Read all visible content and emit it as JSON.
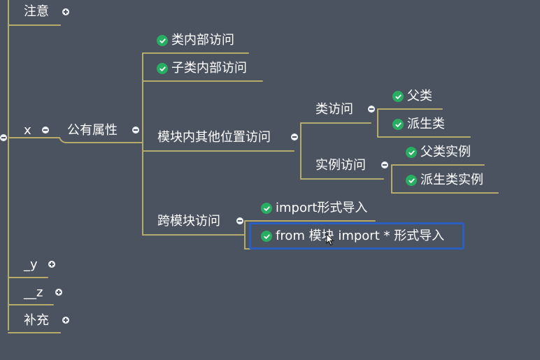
{
  "colors": {
    "background": "#4b5360",
    "connector": "#b4ab6c",
    "check": "#27ae60",
    "selection_border": "#2b5ebd"
  },
  "nodes": {
    "zhuyi": "注意",
    "x": "x",
    "gongyou": "公有属性",
    "leinei": "类内部访问",
    "zilei": "子类内部访问",
    "mokuainei": "模块内其他位置访问",
    "leifangwen": "类访问",
    "fulei": "父类",
    "paisheng": "派生类",
    "shili": "实例访问",
    "fuleishili": "父类实例",
    "paishengshili": "派生类实例",
    "kuamokuai": "跨模块访问",
    "import_form": "import形式导入",
    "from_form": "from 模块 import * 形式导入",
    "y": "_y",
    "z": "__z",
    "buchong": "补充"
  },
  "icons": {
    "check": "check-circle-icon",
    "expand": "plus-circle-icon",
    "collapse": "minus-circle-icon",
    "cursor": "mouse-cursor-icon"
  }
}
